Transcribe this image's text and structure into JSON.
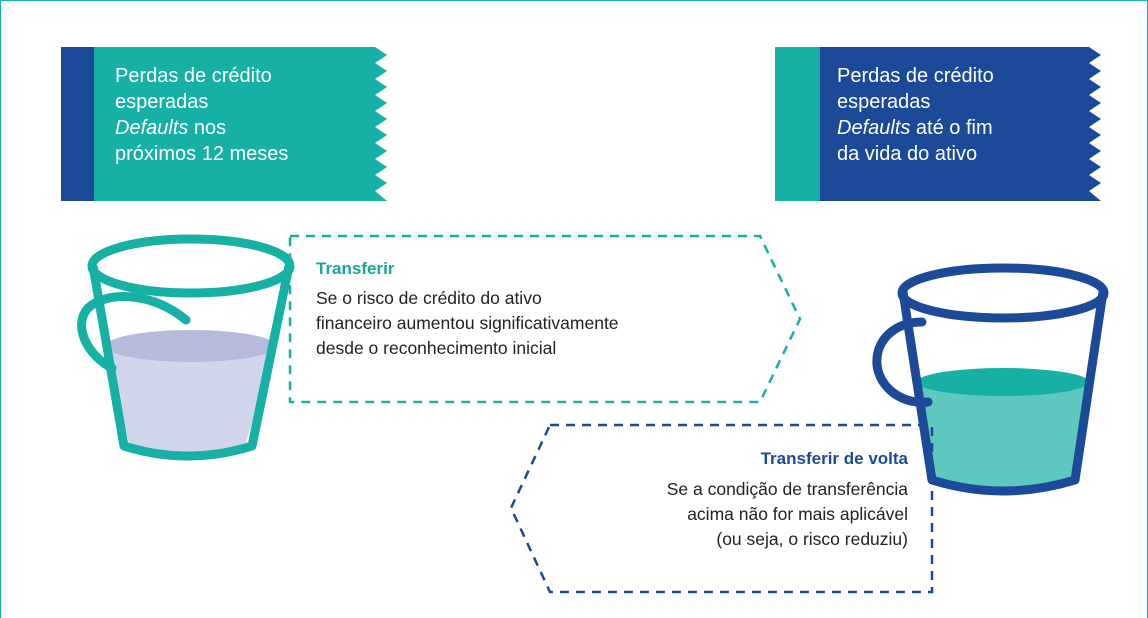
{
  "ribbons": {
    "left": {
      "line1": "Perdas de crédito",
      "line2": "esperadas",
      "line3_italic": "Defaults",
      "line3_rest": " nos",
      "line4": "próximos 12 meses"
    },
    "right": {
      "line1": "Perdas de crédito",
      "line2": "esperadas",
      "line3_italic": "Defaults",
      "line3_rest": " até o fim",
      "line4": "da vida do ativo"
    }
  },
  "transfer": {
    "title": "Transferir",
    "line1": "Se o risco de crédito do ativo",
    "line2": "financeiro aumentou significativamente",
    "line3": "desde o reconhecimento inicial"
  },
  "transfer_back": {
    "title": "Transferir de volta",
    "line1": "Se a condição de transferência",
    "line2": "acima não for mais aplicável",
    "line3": "(ou seja, o risco reduziu)"
  },
  "colors": {
    "teal": "#16b1a4",
    "navy": "#1c4a98",
    "left_fill": "#d1d5ea",
    "left_fill_top": "#b6bbdc",
    "right_fill": "#5cc8c0",
    "right_fill_top": "#16b1a4"
  }
}
